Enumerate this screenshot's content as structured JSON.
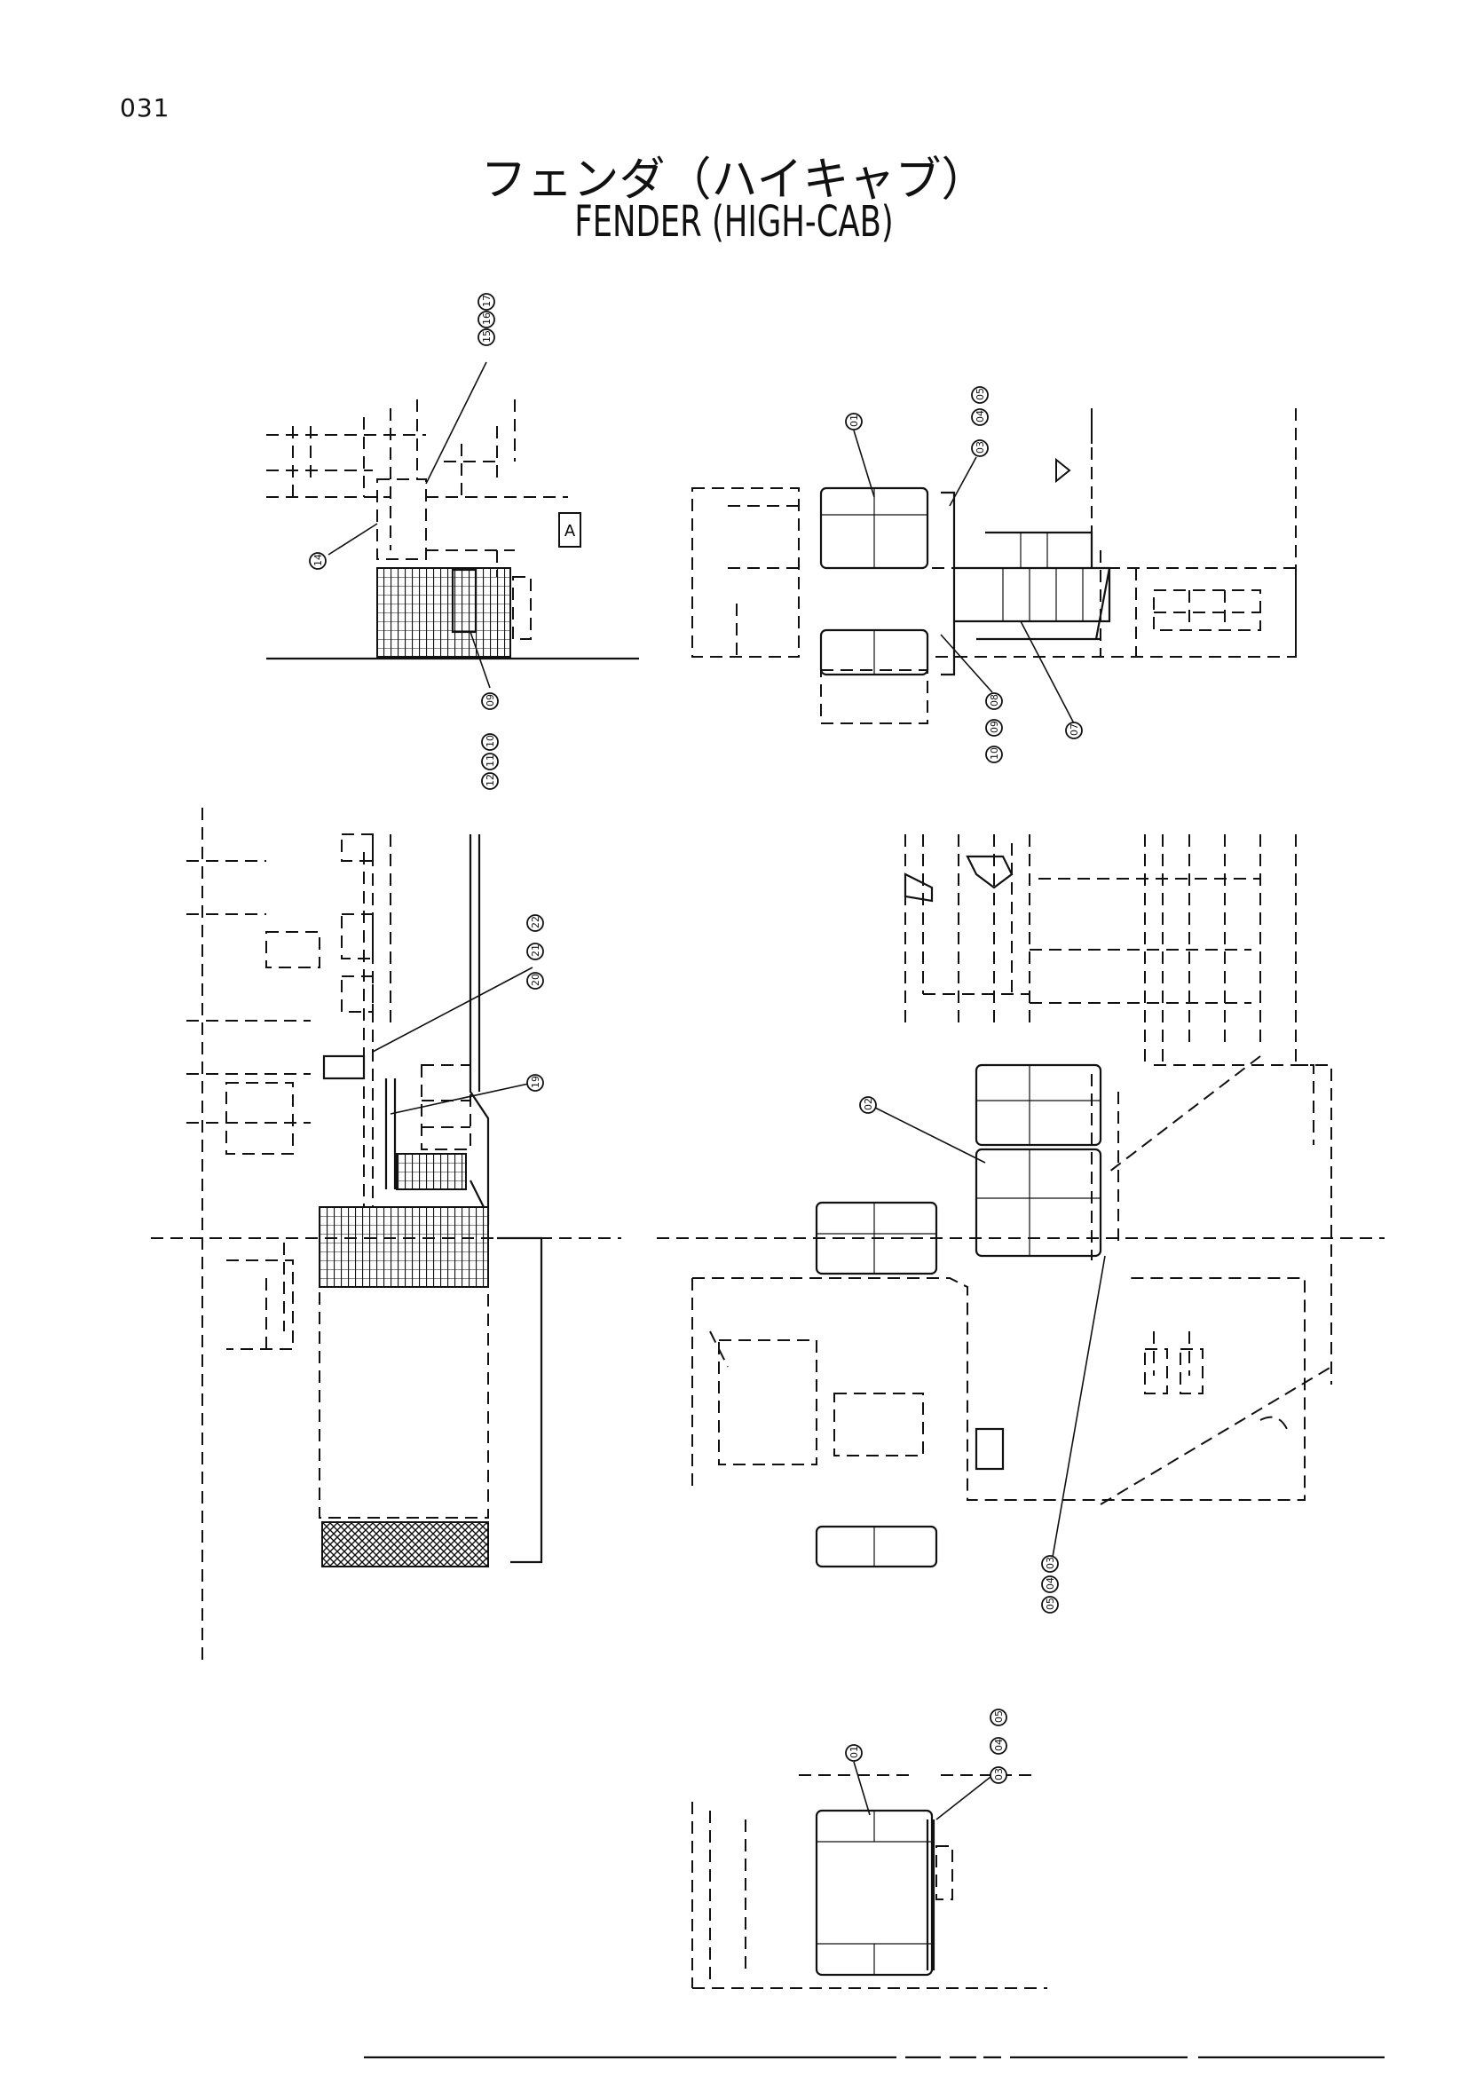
{
  "page_number": "031",
  "title_jp": "フェンダ（ハイキャブ）",
  "title_en": "FENDER (HIGH-CAB)",
  "view_marker": "A",
  "callouts": {
    "top_left": [
      "15",
      "16",
      "17",
      "14",
      "12",
      "11",
      "10",
      "09"
    ],
    "top_right": [
      "01",
      "03",
      "04",
      "05",
      "10",
      "09",
      "08",
      "07"
    ],
    "mid_left": [
      "20",
      "21",
      "22",
      "19"
    ],
    "mid_right": [
      "02",
      "05",
      "04",
      "03"
    ],
    "bottom": [
      "01",
      "03",
      "04",
      "05"
    ]
  }
}
